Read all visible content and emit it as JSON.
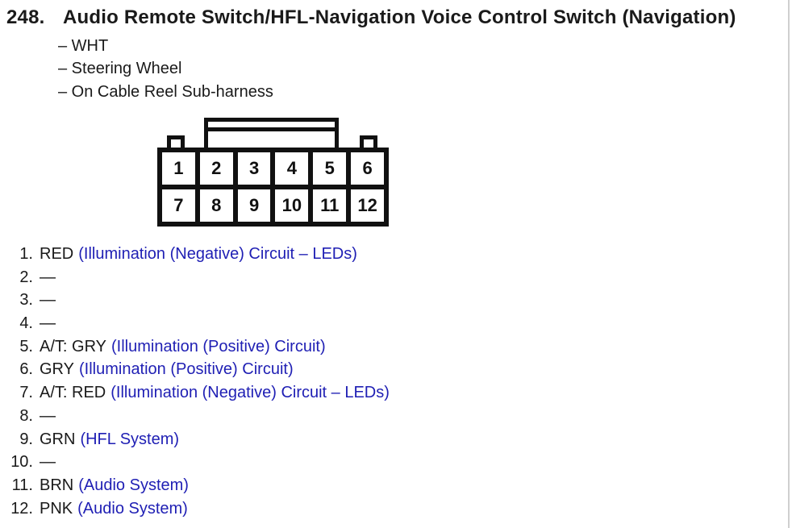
{
  "heading": {
    "number": "248.",
    "title": "Audio Remote Switch/HFL-Navigation Voice Control Switch (Navigation)",
    "attributes": [
      "– WHT",
      "– Steering Wheel",
      "– On Cable Reel Sub-harness"
    ]
  },
  "connector": {
    "description": "12-pin connector front view, 2 rows of 6 cavities",
    "cells": [
      "1",
      "2",
      "3",
      "4",
      "5",
      "6",
      "7",
      "8",
      "9",
      "10",
      "11",
      "12"
    ]
  },
  "pins": [
    {
      "num": "1.",
      "color": "RED",
      "desc": "(Illumination (Negative) Circuit – LEDs)"
    },
    {
      "num": "2.",
      "color": "—",
      "desc": ""
    },
    {
      "num": "3.",
      "color": "—",
      "desc": ""
    },
    {
      "num": "4.",
      "color": "—",
      "desc": ""
    },
    {
      "num": "5.",
      "color": "A/T: GRY",
      "desc": "(Illumination (Positive) Circuit)"
    },
    {
      "num": "6.",
      "color": "GRY",
      "desc": "(Illumination (Positive) Circuit)"
    },
    {
      "num": "7.",
      "color": "A/T: RED",
      "desc": "(Illumination (Negative) Circuit – LEDs)"
    },
    {
      "num": "8.",
      "color": "—",
      "desc": ""
    },
    {
      "num": "9.",
      "color": "GRN",
      "desc": "(HFL System)"
    },
    {
      "num": "10.",
      "color": "—",
      "desc": ""
    },
    {
      "num": "11.",
      "color": "BRN",
      "desc": "(Audio System)"
    },
    {
      "num": "12.",
      "color": "PNK",
      "desc": "(Audio System)"
    }
  ],
  "colors": {
    "text_black": "#1a1a1a",
    "circuit_link_blue": "#1f1fb4",
    "diagram_line_black": "#111111",
    "background": "#ffffff"
  }
}
